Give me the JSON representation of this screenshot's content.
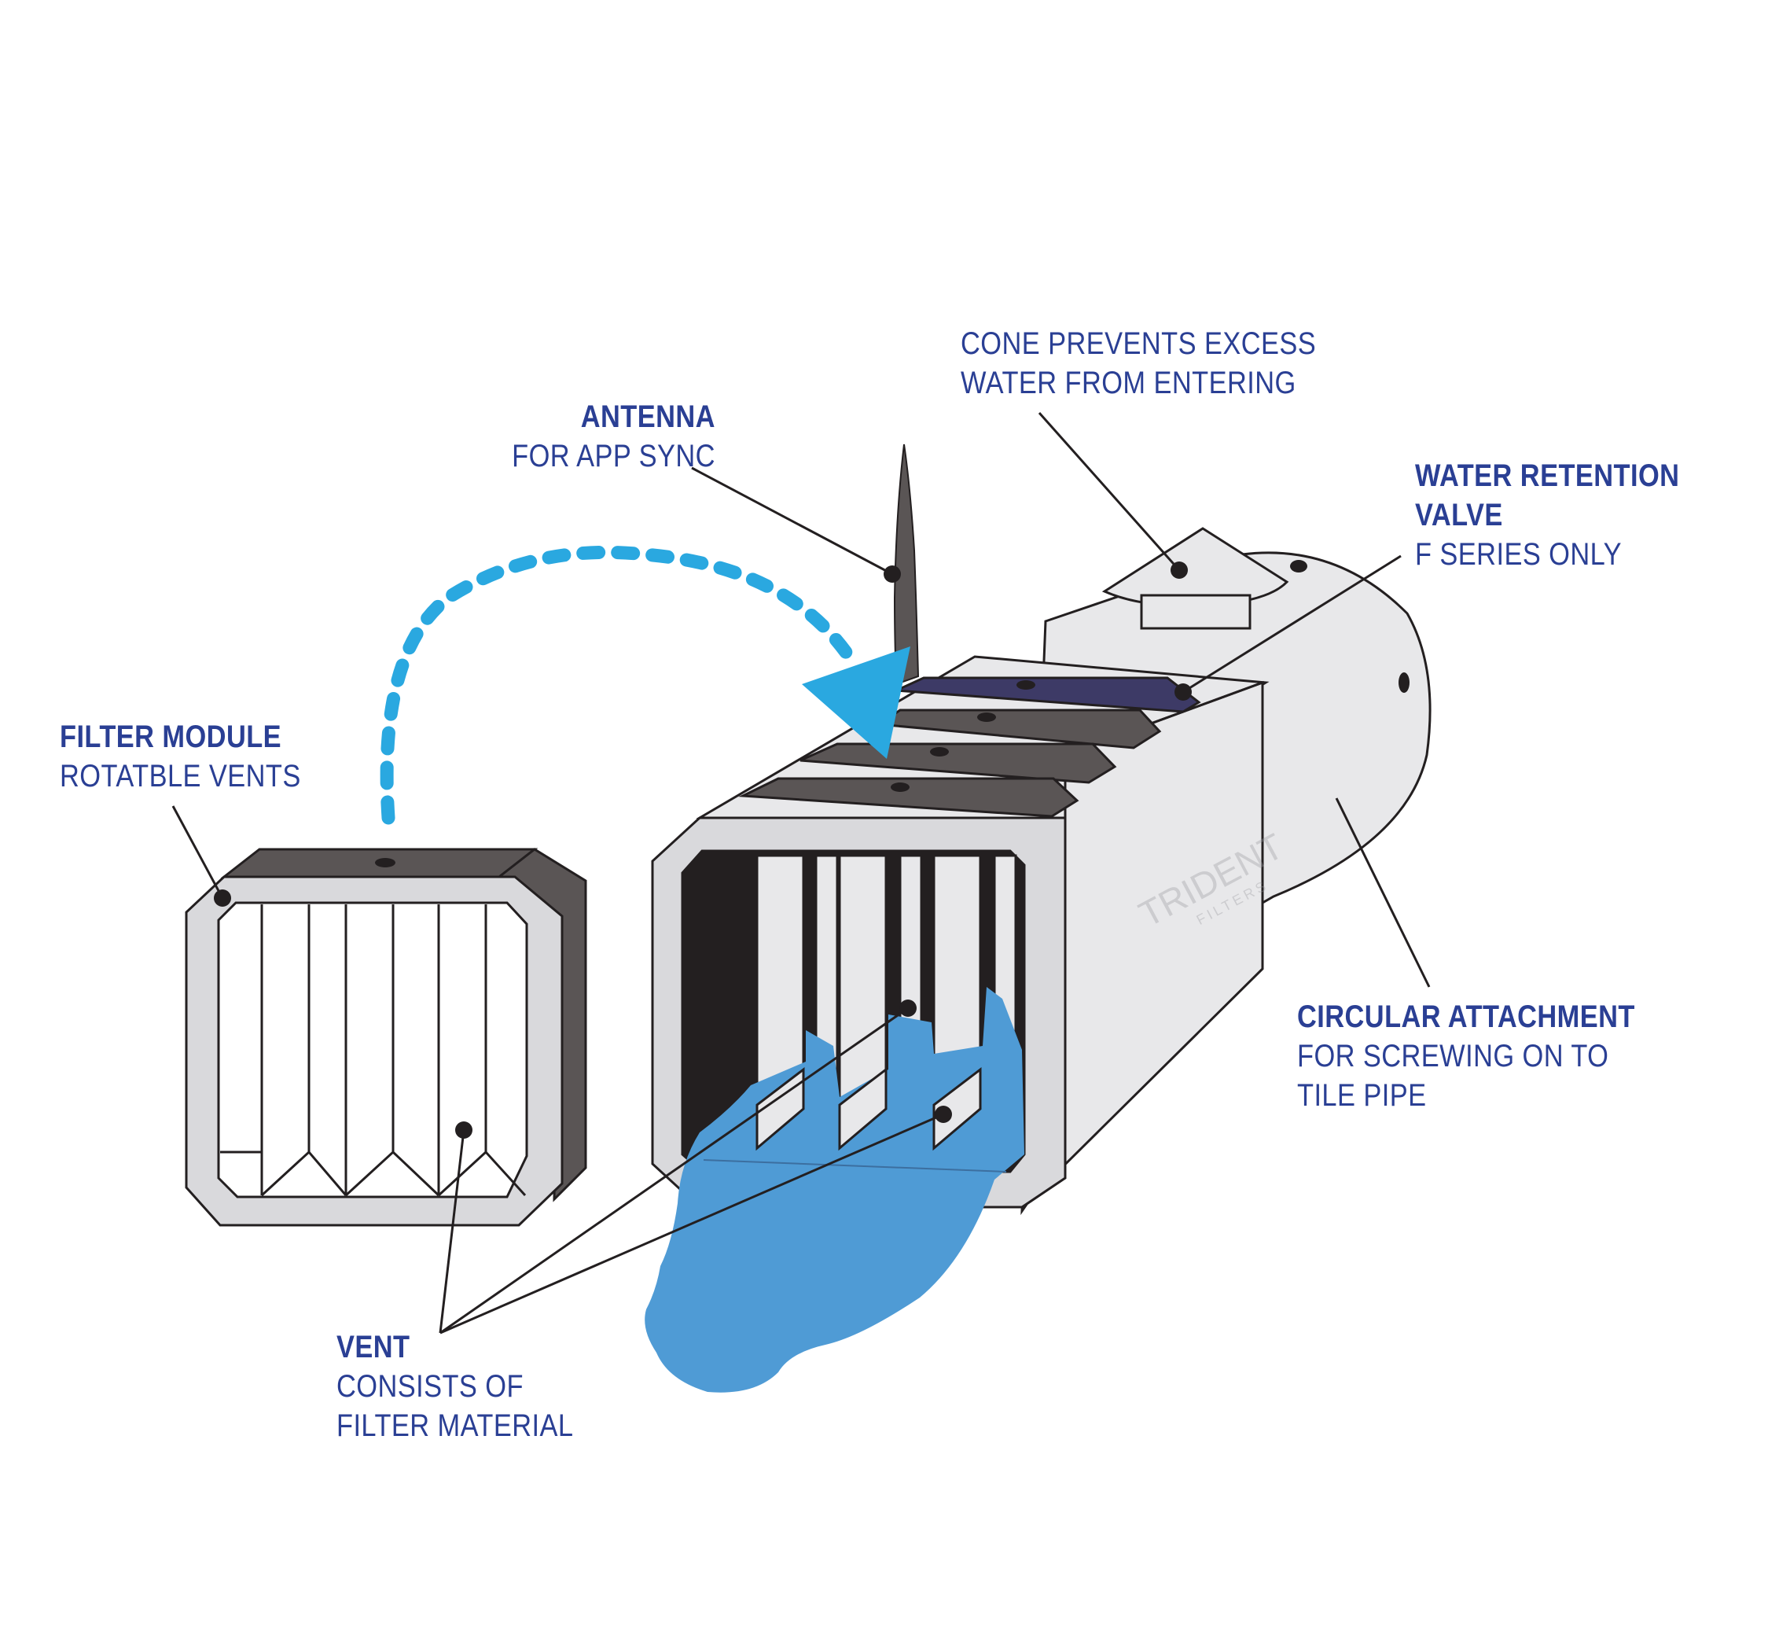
{
  "callouts": {
    "antenna": {
      "title": "ANTENNA",
      "subtitle": "FOR APP SYNC"
    },
    "cone": {
      "line1": "CONE PREVENTS EXCESS",
      "line2": "WATER FROM ENTERING"
    },
    "valve": {
      "title1": "WATER RETENTION",
      "title2": "VALVE",
      "subtitle": "F SERIES ONLY"
    },
    "filter_module": {
      "title": "FILTER MODULE",
      "subtitle": "ROTATBLE VENTS"
    },
    "circular": {
      "title": "CIRCULAR ATTACHMENT",
      "line1": "FOR SCREWING ON TO",
      "line2": "TILE PIPE"
    },
    "vent": {
      "title": "VENT",
      "line1": "CONSISTS OF",
      "line2": "FILTER  MATERIAL"
    }
  },
  "watermark": {
    "brand": "TRIDENT",
    "sub": "FILTERS"
  },
  "colors": {
    "label_text": "#2a3f94",
    "arrow": "#2aa8e0",
    "water": "#4f9bd5",
    "body_light": "#e8e8ea",
    "panel": "#d9d9dc",
    "slot": "#5a5555",
    "valve_slot": "#3d3a66",
    "outline": "#231f20"
  }
}
